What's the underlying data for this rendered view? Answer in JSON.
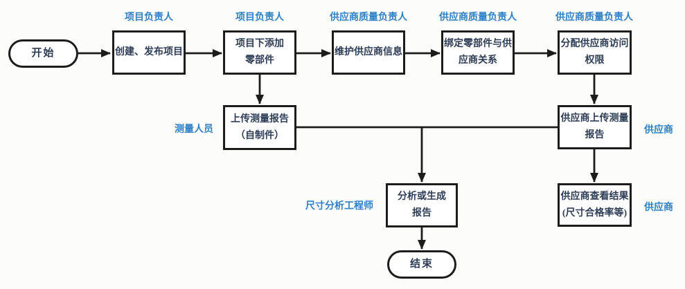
{
  "colors": {
    "line": "#1c1c1c",
    "node_text": "#2d3c55",
    "role_text": "#2e80c5",
    "node_fill": "#ffffff",
    "background": "#fcfcfa"
  },
  "nodes": {
    "start": {
      "label": "开始",
      "type": "terminator"
    },
    "create_publish_project": {
      "label": "创建、发布项目",
      "type": "process",
      "role": "项目负责人"
    },
    "add_parts_to_project": {
      "label": "项目下添加\n零部件",
      "type": "process",
      "role": "项目负责人"
    },
    "maintain_supplier_info": {
      "label": "维护供应商信息",
      "type": "process",
      "role": "供应商质量负责人"
    },
    "bind_parts_supplier_relation": {
      "label": "绑定零部件与供\n应商关系",
      "type": "process",
      "role": "供应商质量负责人"
    },
    "assign_supplier_access": {
      "label": "分配供应商访问\n权限",
      "type": "process",
      "role": "供应商质量负责人"
    },
    "upload_measure_report_self_made": {
      "label": "上传测量报告\n（自制件）",
      "type": "process",
      "role": "测量人员"
    },
    "supplier_upload_measure_report": {
      "label": "供应商上传测量\n报告",
      "type": "process",
      "role": "供应商"
    },
    "analyze_or_generate_report": {
      "label": "分析或生成\n报告",
      "type": "process",
      "role": "尺寸分析工程师"
    },
    "supplier_view_results": {
      "label": "供应商查看结果\n(尺寸合格率等)",
      "type": "process",
      "role": "供应商"
    },
    "end": {
      "label": "结束",
      "type": "terminator"
    }
  },
  "edges": [
    {
      "from": "start",
      "to": "create_publish_project"
    },
    {
      "from": "create_publish_project",
      "to": "add_parts_to_project"
    },
    {
      "from": "add_parts_to_project",
      "to": "maintain_supplier_info"
    },
    {
      "from": "maintain_supplier_info",
      "to": "bind_parts_supplier_relation"
    },
    {
      "from": "bind_parts_supplier_relation",
      "to": "assign_supplier_access"
    },
    {
      "from": "add_parts_to_project",
      "to": "upload_measure_report_self_made"
    },
    {
      "from": "assign_supplier_access",
      "to": "supplier_upload_measure_report"
    },
    {
      "from": "upload_measure_report_self_made",
      "to": "analyze_or_generate_report"
    },
    {
      "from": "supplier_upload_measure_report",
      "to": "analyze_or_generate_report"
    },
    {
      "from": "supplier_upload_measure_report",
      "to": "supplier_view_results"
    },
    {
      "from": "analyze_or_generate_report",
      "to": "end"
    }
  ]
}
